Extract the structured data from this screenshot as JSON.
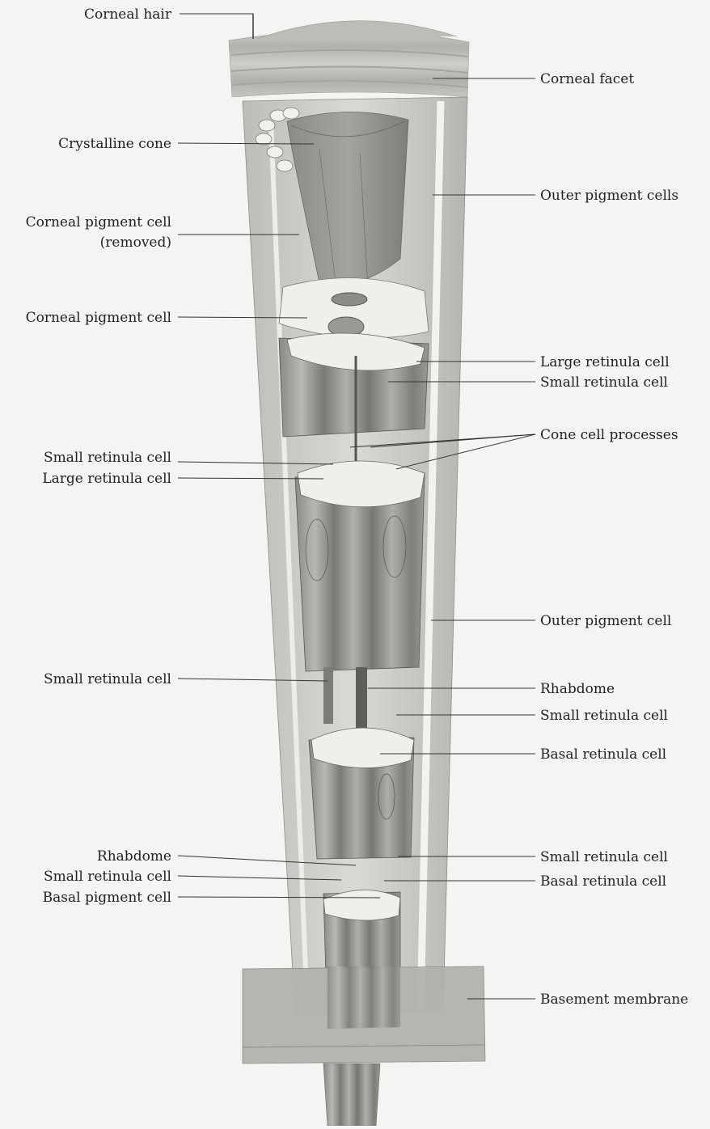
{
  "labels_left": [
    {
      "id": "corneal-hair",
      "text": "Corneal hair"
    },
    {
      "id": "crystalline-cone",
      "text": "Crystalline cone"
    },
    {
      "id": "corneal-pigment-cell-removed-1",
      "text": "Corneal pigment cell"
    },
    {
      "id": "corneal-pigment-cell-removed-2",
      "text": "(removed)"
    },
    {
      "id": "corneal-pigment-cell",
      "text": "Corneal pigment cell"
    },
    {
      "id": "small-retinula-cell-l1",
      "text": "Small retinula cell"
    },
    {
      "id": "large-retinula-cell-l1",
      "text": "Large retinula cell"
    },
    {
      "id": "small-retinula-cell-l2",
      "text": "Small retinula cell"
    },
    {
      "id": "rhabdome-l",
      "text": "Rhabdome"
    },
    {
      "id": "small-retinula-cell-l3",
      "text": "Small retinula cell"
    },
    {
      "id": "basal-pigment-cell",
      "text": "Basal pigment cell"
    }
  ],
  "labels_right": [
    {
      "id": "corneal-facet",
      "text": "Corneal facet"
    },
    {
      "id": "outer-pigment-cells",
      "text": "Outer pigment cells"
    },
    {
      "id": "large-retinula-cell-r",
      "text": "Large retinula cell"
    },
    {
      "id": "small-retinula-cell-r1",
      "text": "Small retinula cell"
    },
    {
      "id": "cone-cell-processes",
      "text": "Cone cell processes"
    },
    {
      "id": "outer-pigment-cell",
      "text": "Outer pigment cell"
    },
    {
      "id": "rhabdome-r",
      "text": "Rhabdome"
    },
    {
      "id": "small-retinula-cell-r2",
      "text": "Small retinula cell"
    },
    {
      "id": "basal-retinula-cell-r1",
      "text": "Basal retinula cell"
    },
    {
      "id": "small-retinula-cell-r3",
      "text": "Small retinula cell"
    },
    {
      "id": "basal-retinula-cell-r2",
      "text": "Basal retinula cell"
    },
    {
      "id": "basement-membrane",
      "text": "Basement membrane"
    }
  ],
  "colors": {
    "background": "#f4f4f2",
    "tissue_light": "#d8d8d4",
    "tissue_mid": "#a9a9a4",
    "tissue_dark": "#6f6f6a",
    "cell_section": "#efefeb",
    "text": "#222222"
  }
}
